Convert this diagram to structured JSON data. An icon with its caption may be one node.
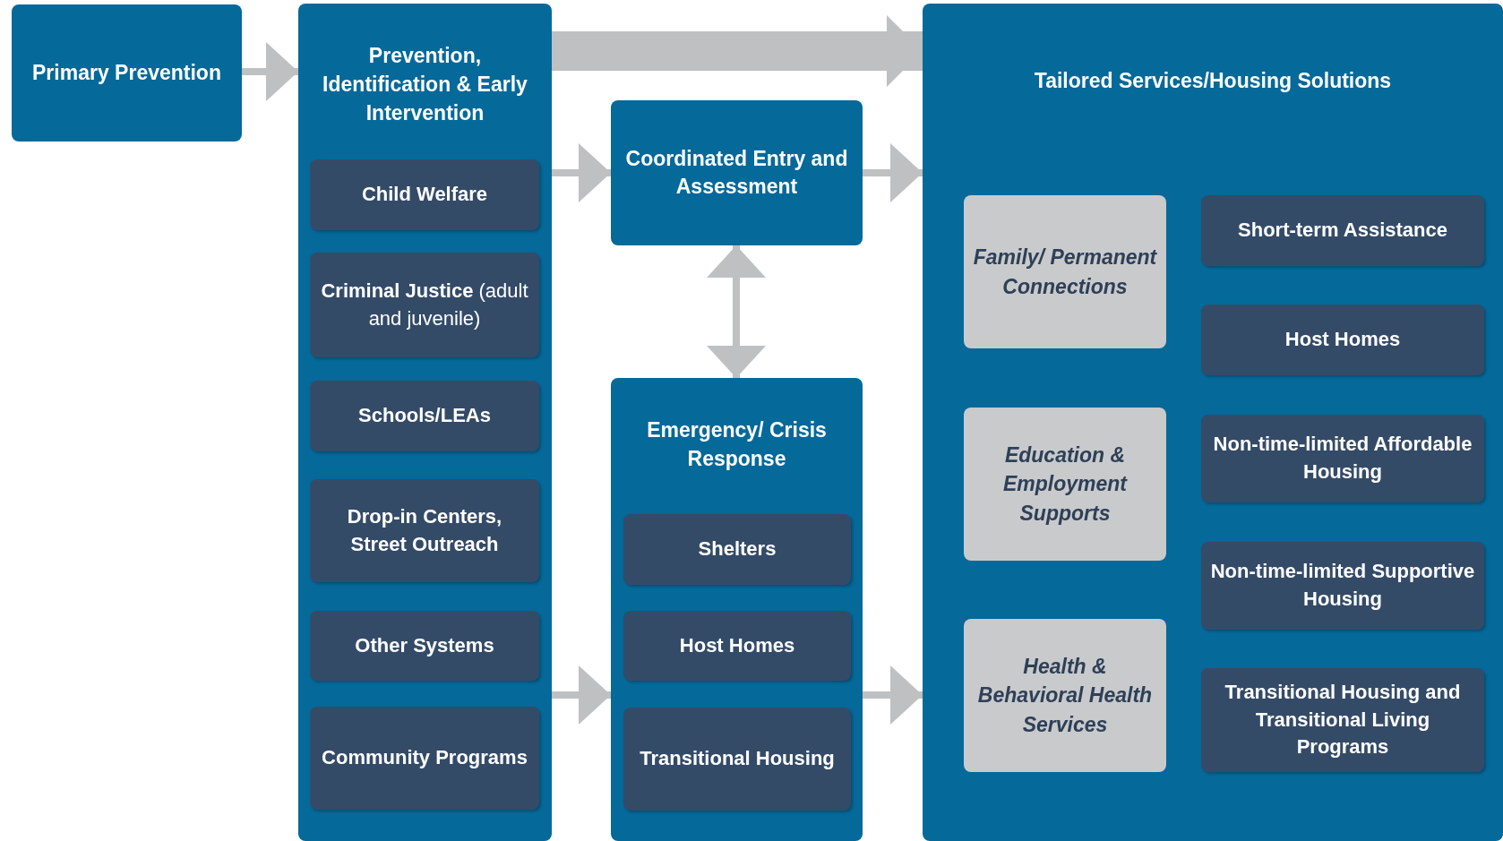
{
  "diagram": {
    "nodes": [
      {
        "text": [
          "Primary Prevention"
        ]
      },
      {
        "text": [
          "Prevention, Identification & Early Intervention"
        ]
      },
      {
        "text": [
          "Child Welfare"
        ],
        "in": 1
      },
      {
        "text": [
          "**Criminal Justice** (adult and juvenile)"
        ],
        "in": 1
      },
      {
        "text": [
          "Schools/LEAs"
        ],
        "in": 1
      },
      {
        "text": [
          "Drop-in Centers, Street Outreach"
        ],
        "in": 1
      },
      {
        "text": [
          "Other Systems"
        ],
        "in": 1
      },
      {
        "text": [
          "Community Programs"
        ],
        "in": 1
      },
      {
        "text": [
          "Coordinated Entry and Assessment"
        ]
      },
      {
        "text": [
          "Emergency/ Crisis Response"
        ]
      },
      {
        "text": [
          "Shelters"
        ],
        "in": 9
      },
      {
        "text": [
          "Host Homes"
        ],
        "in": 9
      },
      {
        "text": [
          "Transitional Housing"
        ],
        "in": 9
      },
      {
        "text": [
          "Tailored Services/Housing Solutions"
        ]
      },
      {
        "text": [
          "Family/ Permanent Connections"
        ],
        "in": 13
      },
      {
        "text": [
          "Education & Employment Supports"
        ],
        "in": 13
      },
      {
        "text": [
          "Health & Behavioral Health Services"
        ],
        "in": 13
      },
      {
        "text": [
          "Short-term Assistance"
        ],
        "in": 13
      },
      {
        "text": [
          "Host Homes"
        ],
        "in": 13
      },
      {
        "text": [
          "Non-time-limited Affordable Housing"
        ],
        "in": 13
      },
      {
        "text": [
          "Non-time-limited Supportive Housing"
        ],
        "in": 13
      },
      {
        "text": [
          "Transitional Housing and Transitional Living Programs"
        ],
        "in": 13
      }
    ],
    "edges": [
      {
        "from": 0,
        "to": 1,
        "arrow": "to"
      },
      {
        "from": 1,
        "to": 13,
        "arrow": "to",
        "style": "thick"
      },
      {
        "from": 1,
        "to": 8,
        "arrow": "to"
      },
      {
        "from": 8,
        "to": 13,
        "arrow": "to"
      },
      {
        "from": 8,
        "to": 9,
        "arrow": "both"
      },
      {
        "from": 1,
        "to": 9,
        "arrow": "to"
      },
      {
        "from": 9,
        "to": 13,
        "arrow": "to"
      }
    ]
  }
}
